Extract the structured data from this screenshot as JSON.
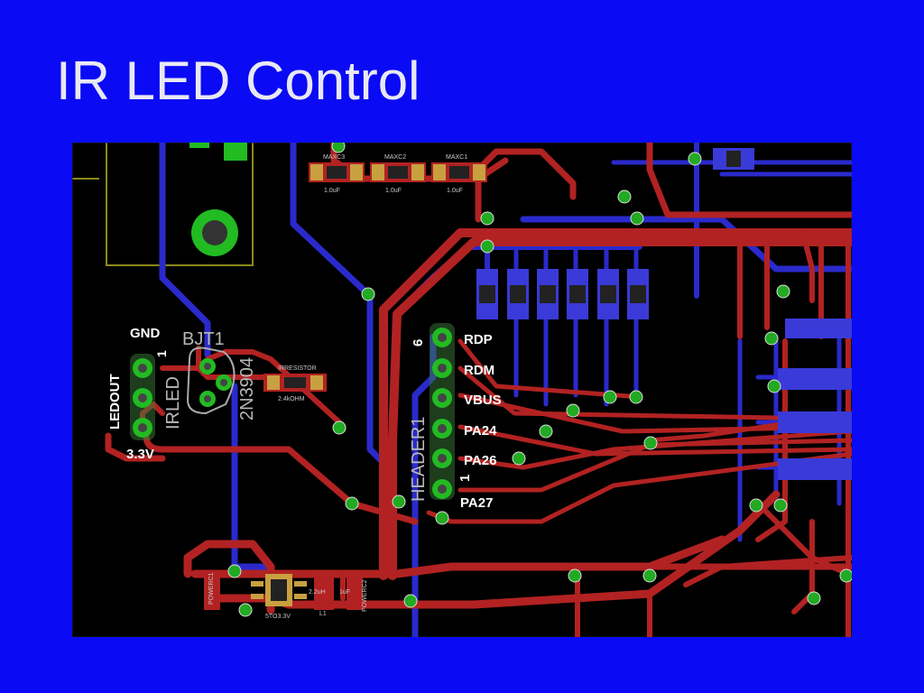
{
  "slide": {
    "title": "IR LED Control"
  },
  "left_header": {
    "pins": [
      "GND",
      "3.3V"
    ],
    "name": "LEDOUT",
    "pin1": "1",
    "ref": "IRLED"
  },
  "transistor": {
    "ref": "BJT1",
    "value": "2N3904"
  },
  "resistor": {
    "ref": "IRRESISTOR",
    "value": "2.4kOHM"
  },
  "header1": {
    "ref": "HEADER1",
    "pin_top": "6",
    "pin_bottom": "1",
    "pins": [
      "RDP",
      "RDM",
      "VBUS",
      "PA24",
      "PA26",
      "PA27"
    ]
  },
  "caps": [
    {
      "ref": "MAXC3",
      "value": "1.0uF"
    },
    {
      "ref": "MAXC2",
      "value": "1.0uF"
    },
    {
      "ref": "MAXC1",
      "value": "1.0uF"
    }
  ],
  "regulator": {
    "ref": "5TO3.3V",
    "inductor": "L1",
    "inductor_value": "2.2uH",
    "cap_value": "1uF"
  },
  "power_caps": [
    "POWERC1",
    "POWERC2"
  ],
  "colors": {
    "background": "#0a0af5",
    "trace_top": "#b22222",
    "trace_bottom": "#2a2acc",
    "pad": "#22bb22",
    "silk": "#ffffff"
  }
}
